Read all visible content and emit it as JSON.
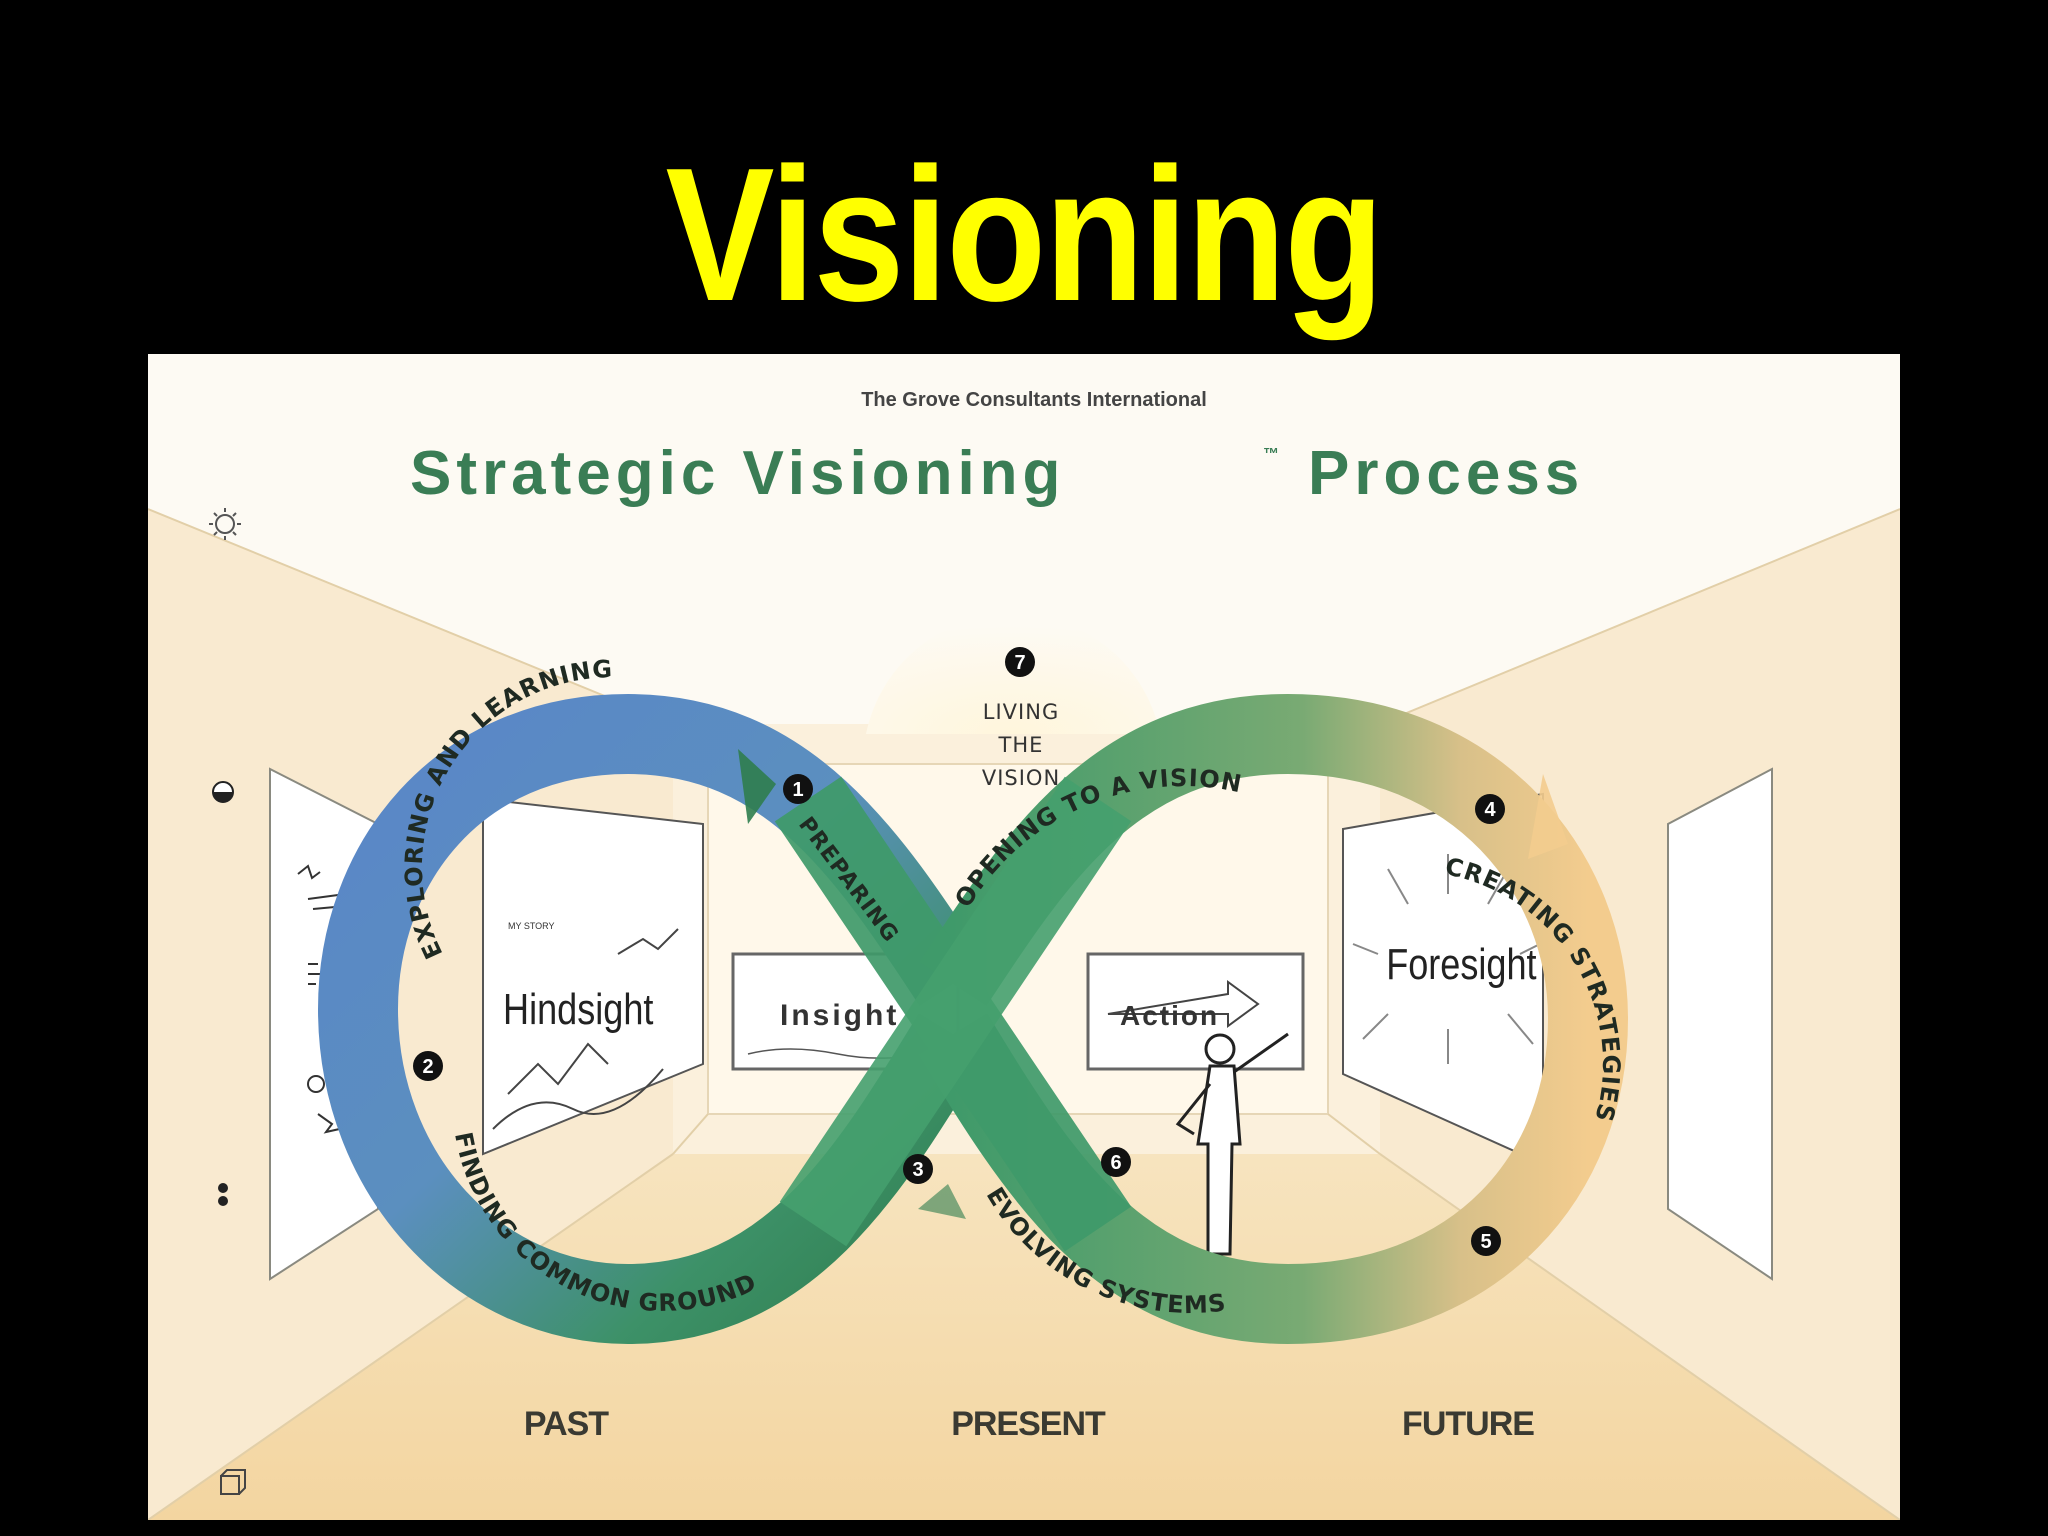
{
  "slide": {
    "title": "Visioning"
  },
  "diagram": {
    "publisher": "The Grove Consultants International",
    "title": "Strategic Visioning",
    "trademark": "™",
    "title_suffix": "Process",
    "steps": [
      {
        "number": "1",
        "label": "PREPARING"
      },
      {
        "number": "2",
        "label": "EXPLORING AND LEARNING"
      },
      {
        "number": "3",
        "label": "FINDING COMMON GROUND"
      },
      {
        "number": "4",
        "label": "OPENING TO A VISION"
      },
      {
        "number": "5",
        "label": "CREATING STRATEGIES"
      },
      {
        "number": "6",
        "label": "EVOLVING SYSTEMS"
      },
      {
        "number": "7",
        "label_lines": [
          "LIVING",
          "THE",
          "VISION"
        ]
      }
    ],
    "boards": {
      "hindsight": "Hindsight",
      "insight": "Insight",
      "action": "Action",
      "foresight": "Foresight"
    },
    "time_labels": {
      "past": "PAST",
      "present": "PRESENT",
      "future": "FUTURE"
    },
    "colors": {
      "blue": "#5b86c4",
      "green": "#3f9a6a",
      "dark_green": "#2f7d4e",
      "olive": "#a6ac6a",
      "orange": "#f2cb8c",
      "title_green": "#3a7d55",
      "floor": "#f5dcae",
      "wall": "#f9ead0"
    }
  }
}
